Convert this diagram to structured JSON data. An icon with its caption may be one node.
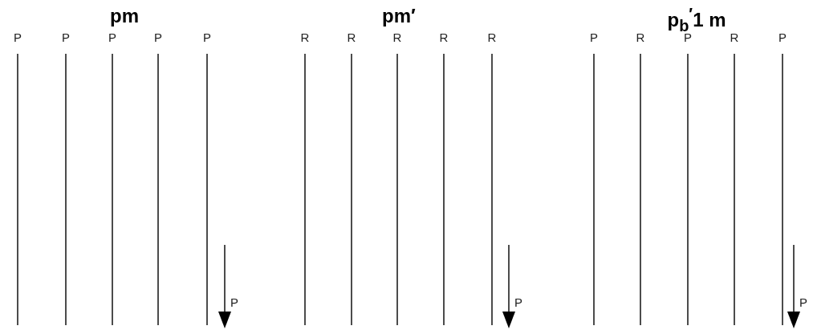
{
  "diagram": {
    "labels": [
      "pm",
      "pm′",
      "p$_{b}$$^{′}$1 m",
      "P",
      "P",
      "P",
      "P",
      "P",
      "R",
      "R",
      "R",
      "R",
      "R",
      "P",
      "R",
      "P",
      "R",
      "P",
      "P",
      "P",
      "P"
    ]
  }
}
